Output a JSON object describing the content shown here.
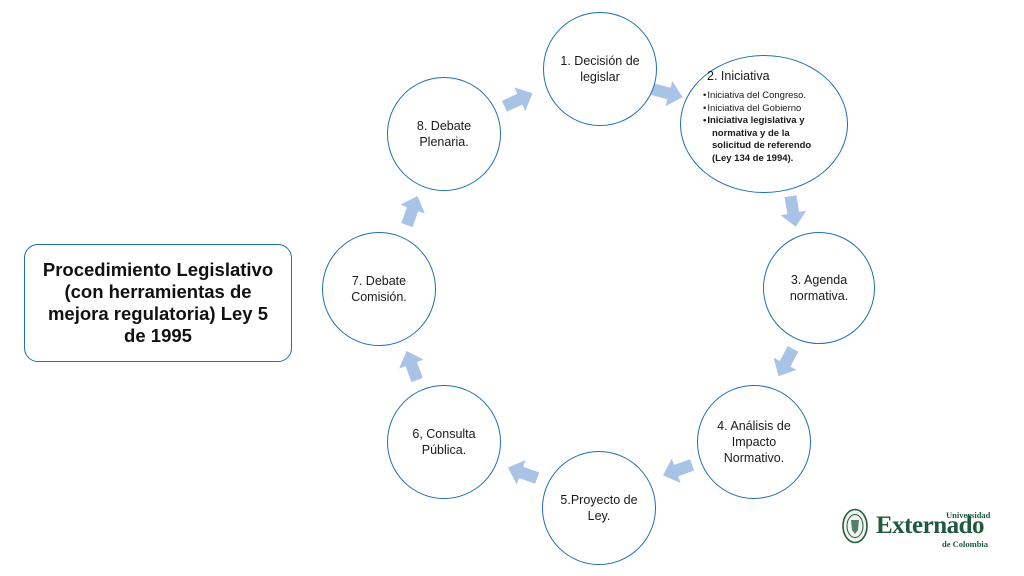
{
  "title": "Procedimiento Legislativo (con herramientas de mejora regulatoria) Ley 5 de 1995",
  "nodes": {
    "n1": "1. Decisión de legislar",
    "n2": {
      "title": "2. Iniciativa",
      "bullets": [
        "Iniciativa del Congreso.",
        "Iniciativa del Gobierno",
        "Iniciativa legislativa y normativa y de la solicitud de referendo (Ley 134 de 1994)."
      ]
    },
    "n3": "3. Agenda normativa.",
    "n4": "4. Análisis de Impacto Normativo.",
    "n5": "5.Proyecto de Ley.",
    "n6": "6, Consulta Pública.",
    "n7": "7. Debate Comisión.",
    "n8": "8. Debate Plenaria."
  },
  "logo": {
    "top_word": "Universidad",
    "main_word": "Externado",
    "bottom_word": "de Colombia"
  },
  "colors": {
    "circle_border": "#1f6fb5",
    "arrow_fill": "#a9c3e6",
    "logo_green": "#1f5a3c"
  }
}
